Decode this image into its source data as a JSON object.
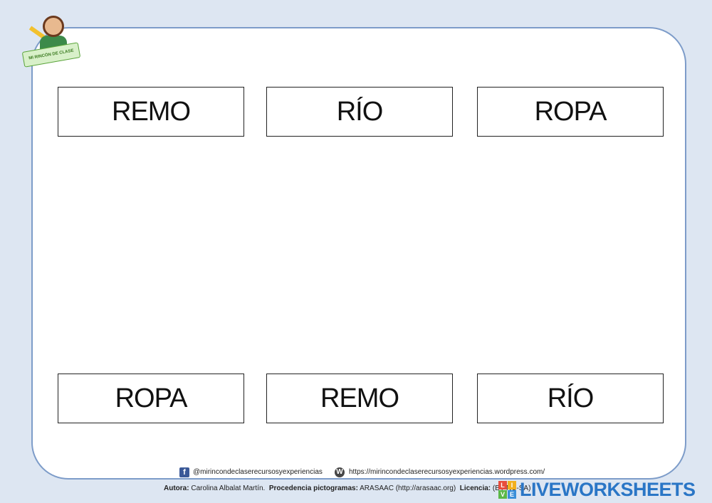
{
  "top_words": [
    "REMO",
    "RÍO",
    "ROPA"
  ],
  "bottom_words": [
    "ROPA",
    "REMO",
    "RÍO"
  ],
  "logo": {
    "badge_text": "MI RINCÓN DE CLASE"
  },
  "footer": {
    "facebook_handle": "@mirincondeclaserecursosyexperiencias",
    "website": "https://mirincondeclaserecursosyexperiencias.wordpress.com/",
    "author_label": "Autora:",
    "author_name": "Carolina Albalat Martín.",
    "pictos_label": "Procedencia pictogramas:",
    "pictos_source": "ARASAAC (http://arasaac.org)",
    "license_label": "Licencia:",
    "license_value": "(BY-NC-SA)"
  },
  "brand": {
    "name": "LIVEWORKSHEETS",
    "blocks": [
      "L",
      "I",
      "V",
      "E"
    ],
    "colors": {
      "primary": "#2a76c6",
      "L": "#e84d3d",
      "I": "#f2b01e",
      "V": "#5bb848",
      "E": "#3a8fd9"
    }
  },
  "colors": {
    "background": "#dde6f2",
    "sheet_border": "#7d9cc9"
  }
}
